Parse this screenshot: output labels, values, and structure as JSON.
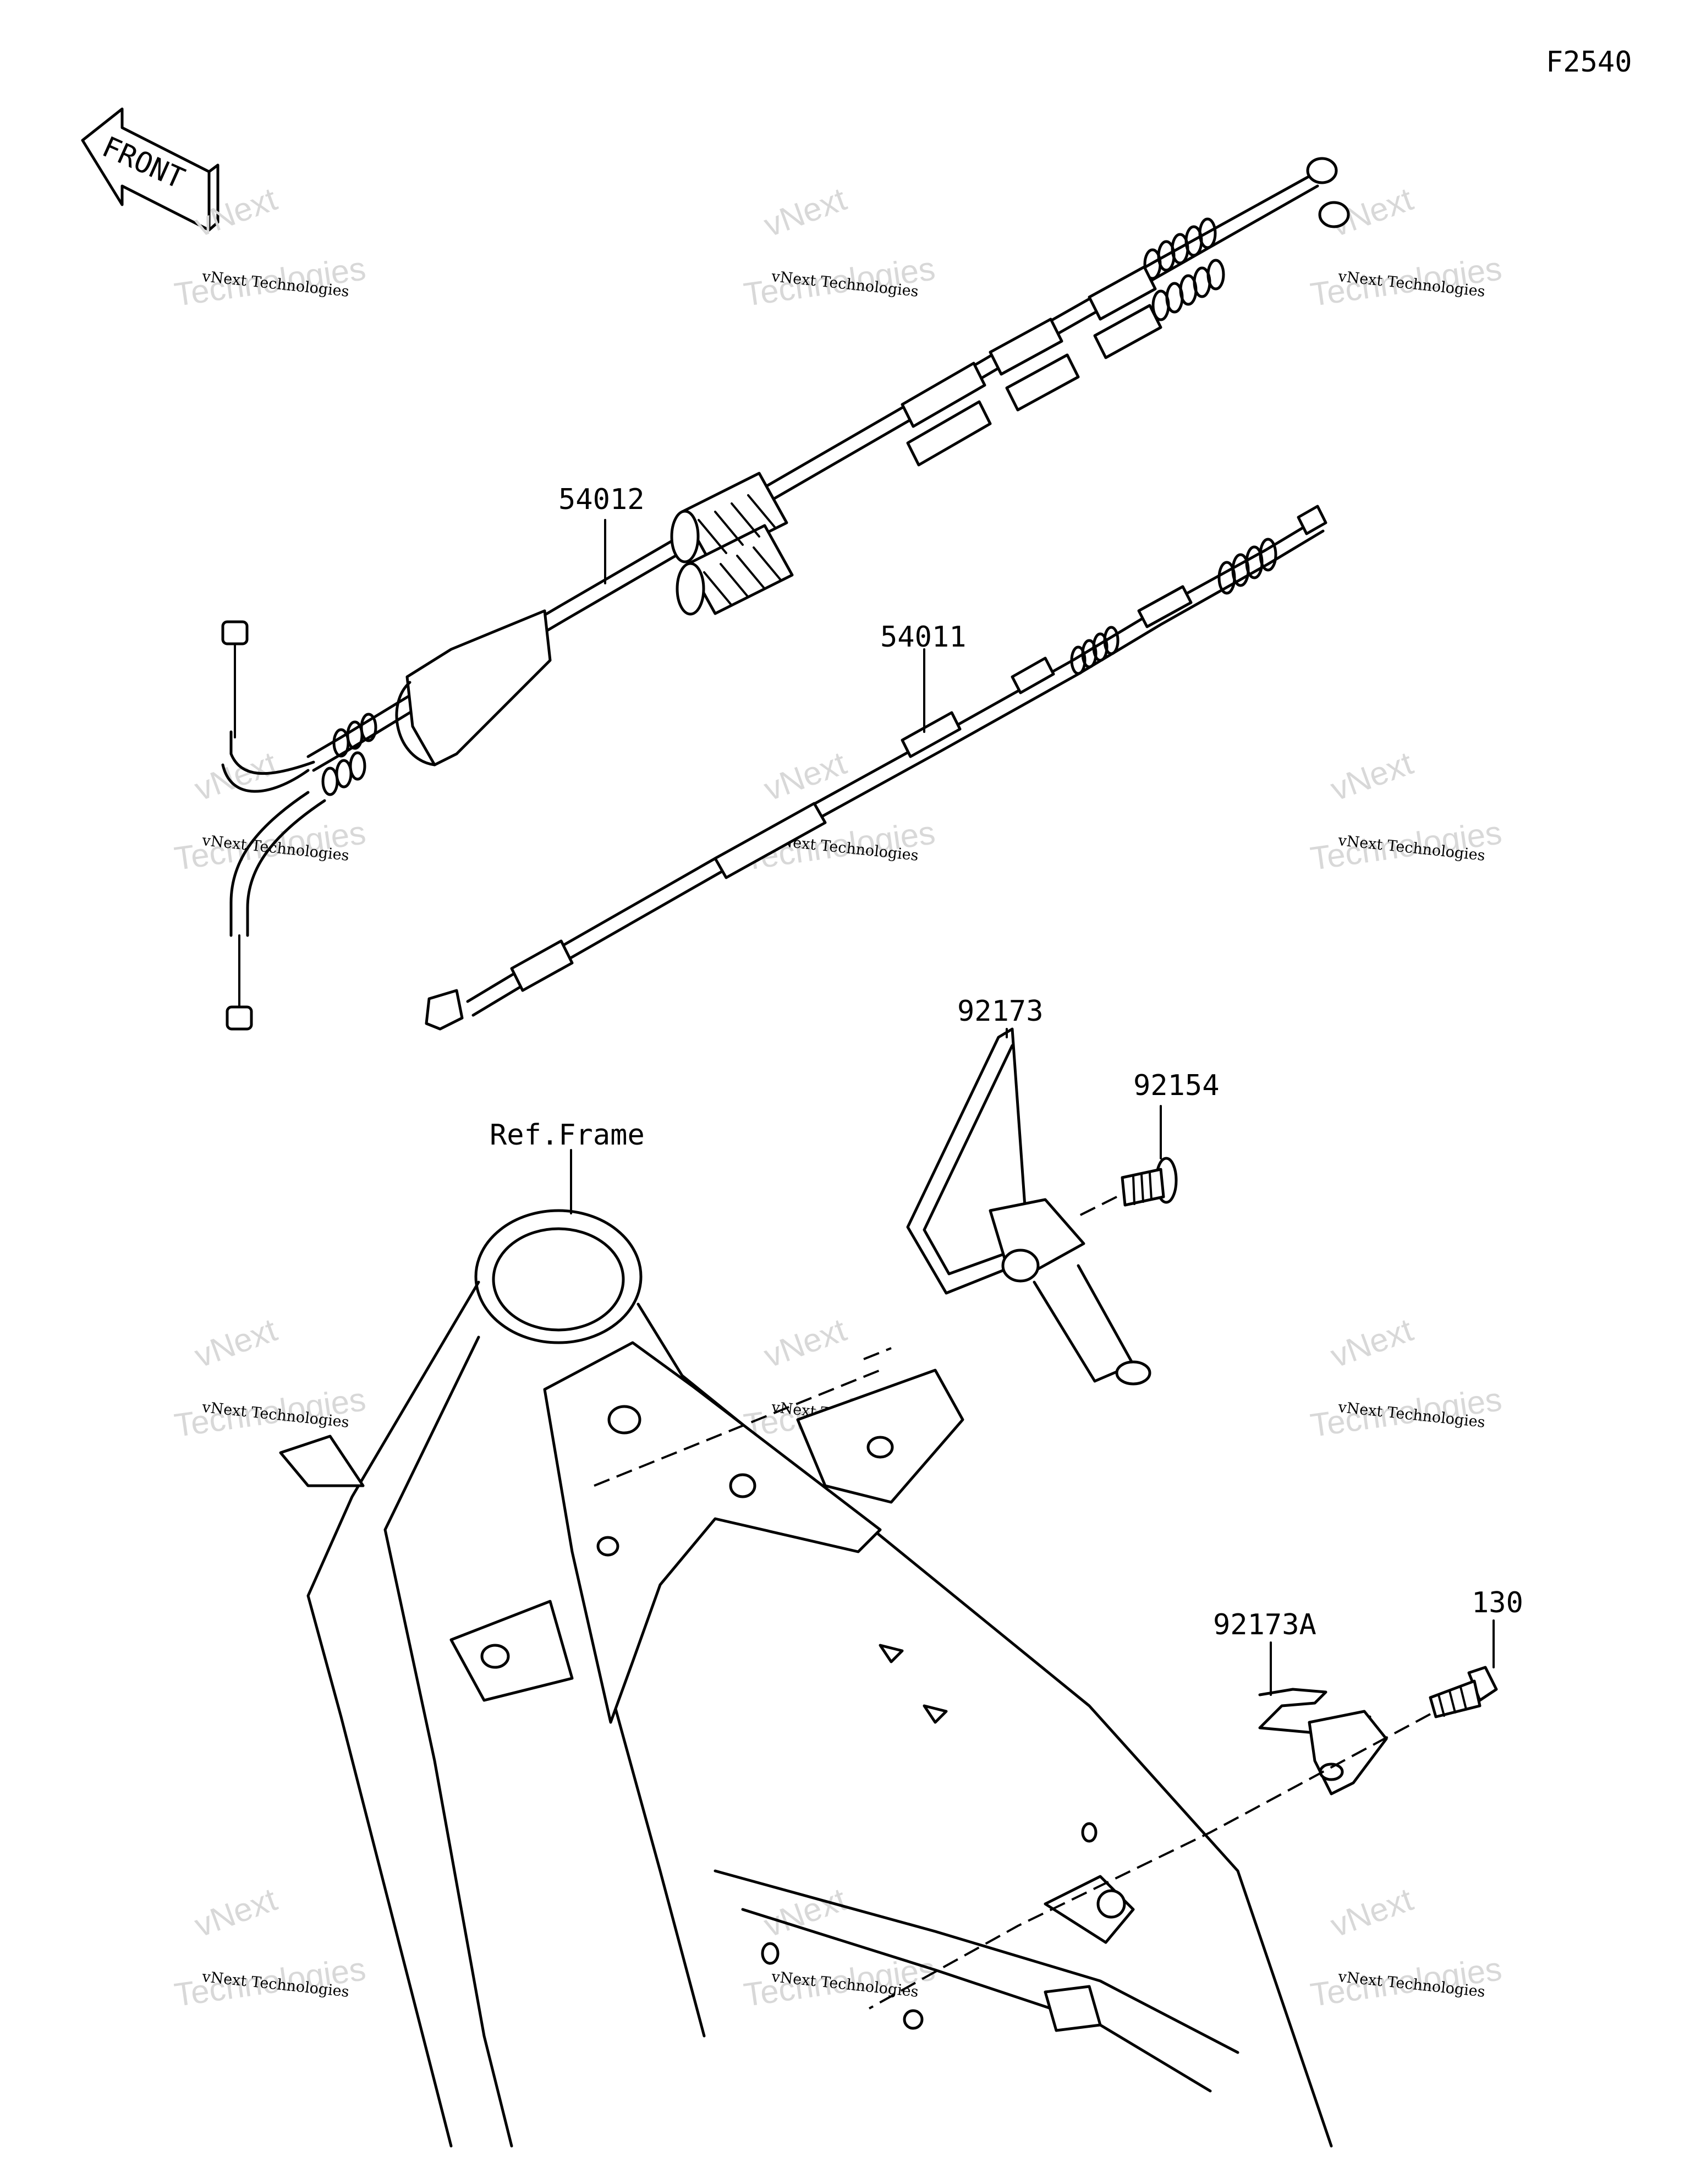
{
  "diagram_id": "F2540",
  "front_label": "FRONT",
  "watermark": {
    "line1": "vNext Technologies",
    "line2": "Technologies",
    "stamp": "vNext"
  },
  "callouts": [
    {
      "id": "54012",
      "part": "accelerator-cables"
    },
    {
      "id": "54011",
      "part": "clutch-cable"
    },
    {
      "id": "92173",
      "part": "cable-clamp"
    },
    {
      "id": "92154",
      "part": "bolt"
    },
    {
      "id": "Ref.Frame",
      "part": "frame-reference"
    },
    {
      "id": "92173A",
      "part": "clamp"
    },
    {
      "id": "130",
      "part": "flanged-bolt"
    }
  ]
}
